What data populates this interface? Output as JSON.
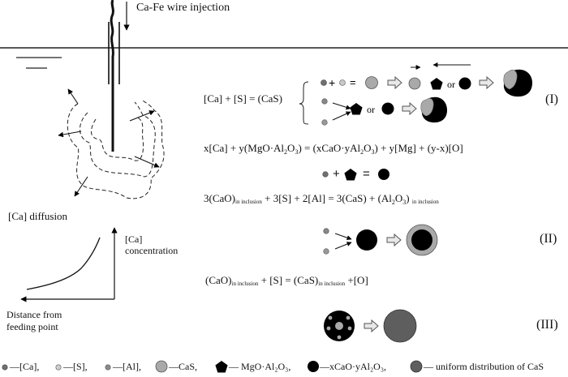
{
  "injection": {
    "label": "Ca-Fe wire injection"
  },
  "left_panel": {
    "diffusion_label": "[Ca] diffusion",
    "graph": {
      "y_label_line1": "[Ca]",
      "y_label_line2": "concentration",
      "x_label_line1": "Distance from",
      "x_label_line2": "feeding point"
    }
  },
  "reactions": {
    "r1": {
      "equation": "[Ca] + [S] = (CaS)",
      "row1": {
        "or_label": "or"
      },
      "row2": {
        "or_label": "or"
      },
      "tag": "(I)"
    },
    "r2": {
      "eq_parts": [
        "x[Ca] + y(MgO·Al",
        "2",
        "O",
        "3",
        ") = (xCaO·yAl",
        "2",
        "O",
        "3",
        ") + y[Mg] + (y-x)[O]"
      ],
      "plus": "+",
      "equals": "="
    },
    "r3": {
      "eq_parts": [
        "3(CaO)",
        "in inclusion",
        " + 3[S] + 2[Al] = 3(CaS) + (Al",
        "2",
        "O",
        "3",
        ") ",
        "in inclusion"
      ],
      "tag": "(II)"
    },
    "r4": {
      "eq_parts": [
        "(CaO)",
        "in inclusion",
        " + [S] = (CaS)",
        "in inclusion",
        " +[O]"
      ],
      "tag": "(III)"
    }
  },
  "legend": {
    "items": [
      {
        "symbol": "small-dark-gray-dot",
        "label": "—[Ca],"
      },
      {
        "symbol": "small-light-gray-dot",
        "label": "—[S],"
      },
      {
        "symbol": "small-gray-dot",
        "label": "—[Al],"
      },
      {
        "symbol": "light-gray-circle",
        "label": "—CaS,"
      },
      {
        "symbol": "black-pentagon",
        "label": "— MgO·Al₂O₃,"
      },
      {
        "symbol": "black-circle",
        "label": "—xCaO·yAl₂O₃,"
      },
      {
        "symbol": "dark-gray-circle",
        "label": "— uniform distribution of CaS"
      }
    ]
  },
  "colors": {
    "black": "#000000",
    "ca_dot": "#707070",
    "s_dot": "#a8a8a8",
    "al_dot": "#8c8c8c",
    "cas": "#a9a9a9",
    "uniform_cas": "#5e5e5e",
    "arrow_fill": "#e8e8e8"
  }
}
